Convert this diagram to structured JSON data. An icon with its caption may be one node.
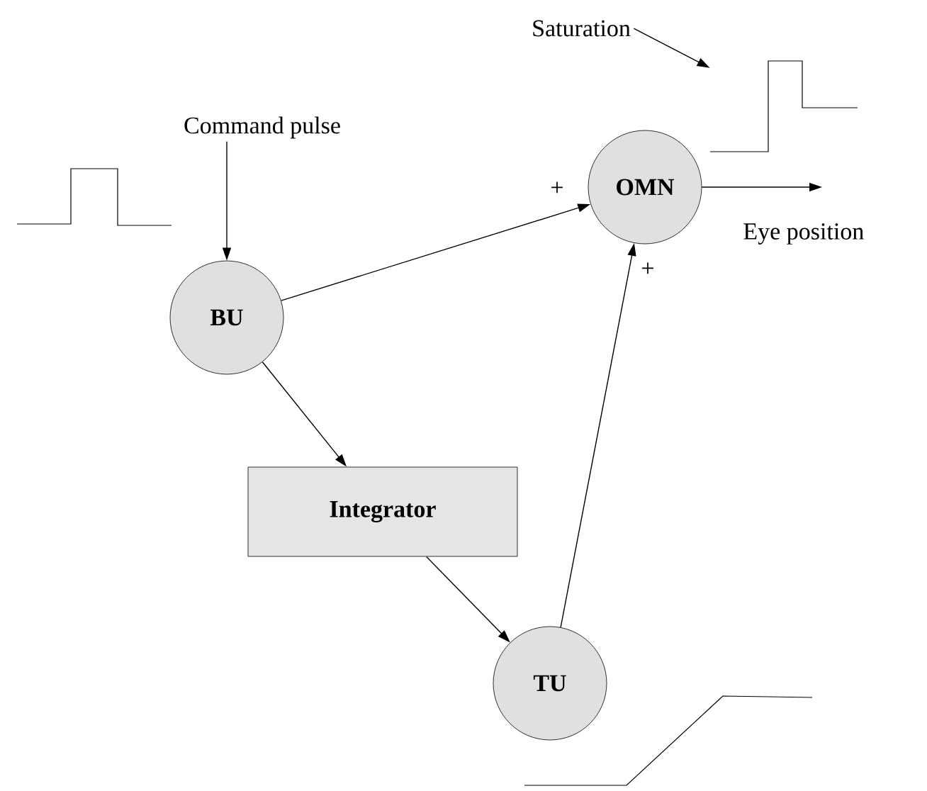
{
  "diagram": {
    "nodes": [
      {
        "text": [
          "Command pulse"
        ]
      },
      {
        "text": [
          "BU"
        ]
      },
      {
        "text": [
          "OMN"
        ]
      },
      {
        "text": [
          "Integrator"
        ]
      },
      {
        "text": [
          "TU"
        ]
      },
      {
        "text": [
          "Saturation"
        ]
      },
      {
        "text": [],
        "shape": "picture"
      }
    ],
    "edges": [
      {
        "from": 0,
        "to": 1,
        "arrow": "to"
      },
      {
        "from": 1,
        "to": 2,
        "arrow": "to",
        "label": "+"
      },
      {
        "from": 1,
        "to": 3,
        "arrow": "to"
      },
      {
        "from": 3,
        "to": 4,
        "arrow": "to"
      },
      {
        "from": 4,
        "to": 2,
        "arrow": "to",
        "label": "+"
      },
      {
        "from": 2,
        "to": null,
        "arrow": "to"
      },
      {
        "from": 5,
        "to": 6,
        "arrow": "to"
      }
    ],
    "labels": [
      "Eye position"
    ]
  }
}
